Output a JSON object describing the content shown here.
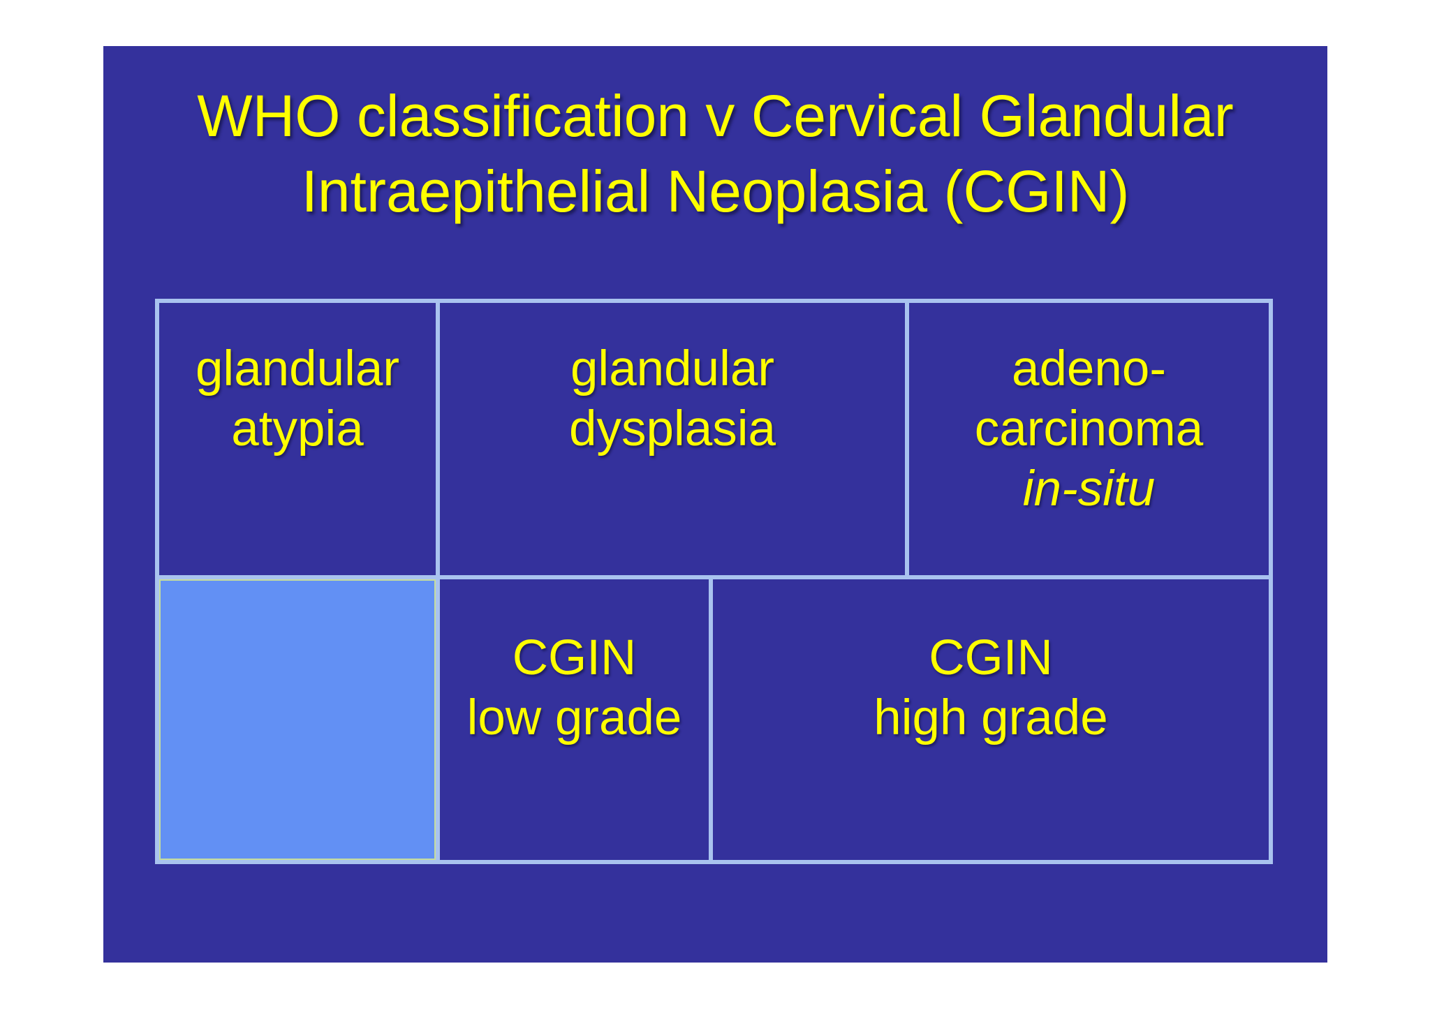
{
  "slide": {
    "title": "WHO classification v Cervical Glandular\nIntraepithelial Neoplasia (CGIN)",
    "table": {
      "who_row": {
        "glandular_atypia": "glandular\natypia",
        "glandular_dysplasia": "glandular\ndysplasia",
        "adenocarcinoma": "adeno-\ncarcinoma",
        "adenocarcinoma_qualifier": "in-situ"
      },
      "cgin_row": {
        "highlight_cell_text": "",
        "cgin_low": "CGIN\nlow grade",
        "cgin_high": "CGIN\nhigh grade"
      }
    }
  },
  "colors": {
    "page_bg": "#ffffff",
    "slide_bg": "#34319c",
    "table_border": "#a9c3ef",
    "highlight_cell": "#6290f4",
    "highlight_cell_outline": "#c5dc9e",
    "text_yellow": "#ffff00"
  }
}
